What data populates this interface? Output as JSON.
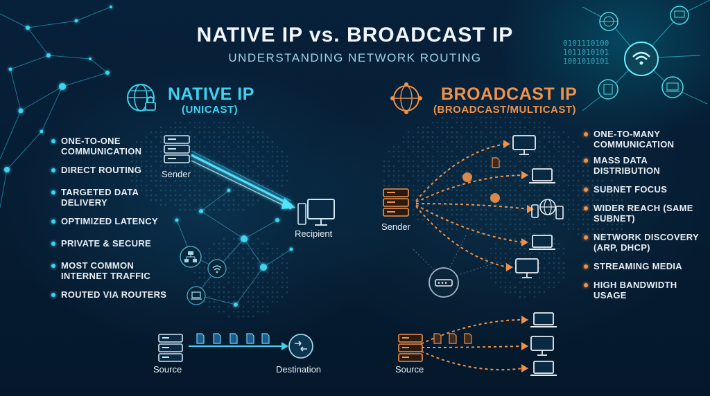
{
  "header": {
    "title": "NATIVE IP vs. BROADCAST IP",
    "subtitle": "UNDERSTANDING NETWORK ROUTING"
  },
  "native": {
    "title": "NATIVE IP",
    "subtitle": "(UNICAST)",
    "features": [
      "ONE-TO-ONE COMMUNICATION",
      "DIRECT ROUTING",
      "TARGETED DATA DELIVERY",
      "OPTIMIZED LATENCY",
      "PRIVATE & SECURE",
      "MOST COMMON INTERNET TRAFFIC",
      "ROUTED VIA ROUTERS"
    ],
    "sender_label": "Sender",
    "recipient_label": "Recipient",
    "source_label": "Source",
    "destination_label": "Destination"
  },
  "broadcast": {
    "title": "BROADCAST IP",
    "subtitle": "(BROADCAST/MULTICAST)",
    "features": [
      "ONE-TO-MANY COMMUNICATION",
      "MASS DATA DISTRIBUTION",
      "SUBNET FOCUS",
      "WIDER REACH (SAME SUBNET)",
      "NETWORK DISCOVERY (ARP, DHCP)",
      "STREAMING MEDIA",
      "HIGH BANDWIDTH USAGE"
    ],
    "sender_label": "Sender",
    "source_label": "Source"
  },
  "binary_text": [
    "0101110100",
    "1011010101",
    "1001010101"
  ],
  "colors": {
    "native_accent": "#3fd3f0",
    "broadcast_accent": "#f0924a",
    "background": "#061a2e"
  },
  "icons": {
    "native_header": "globe-lock-icon",
    "broadcast_header": "globe-network-icon",
    "server": "server-rack-icon",
    "monitor": "monitor-icon",
    "laptop": "laptop-icon",
    "router": "router-icon",
    "wifi": "wifi-icon",
    "document": "document-icon"
  }
}
